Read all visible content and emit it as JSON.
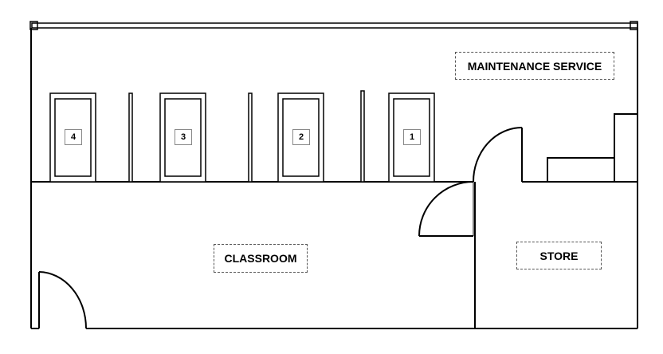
{
  "rooms": {
    "maintenance": "MAINTENANCE SERVICE",
    "classroom": "CLASSROOM",
    "store": "STORE"
  },
  "units": [
    "4",
    "3",
    "2",
    "1"
  ],
  "colors": {
    "line": "#000000",
    "background": "#ffffff"
  }
}
